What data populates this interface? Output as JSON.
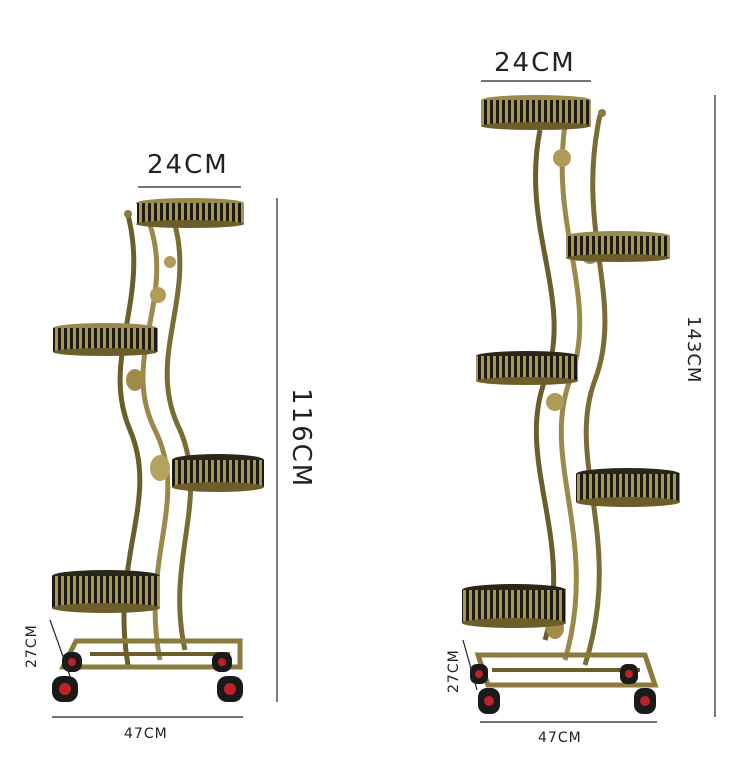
{
  "left_stand": {
    "top_width": "24CM",
    "height": "116CM",
    "base_depth": "27CM",
    "base_width": "47CM"
  },
  "right_stand": {
    "top_width": "24CM",
    "height": "143CM",
    "base_depth": "27CM",
    "base_width": "47CM"
  },
  "colors": {
    "metal": "#8a7a3e",
    "metal_dark": "#4e4420",
    "metal_light": "#c9b878",
    "wheel": "#1a1a1a",
    "wheel_accent": "#c0202a",
    "dim_line": "#222222"
  }
}
